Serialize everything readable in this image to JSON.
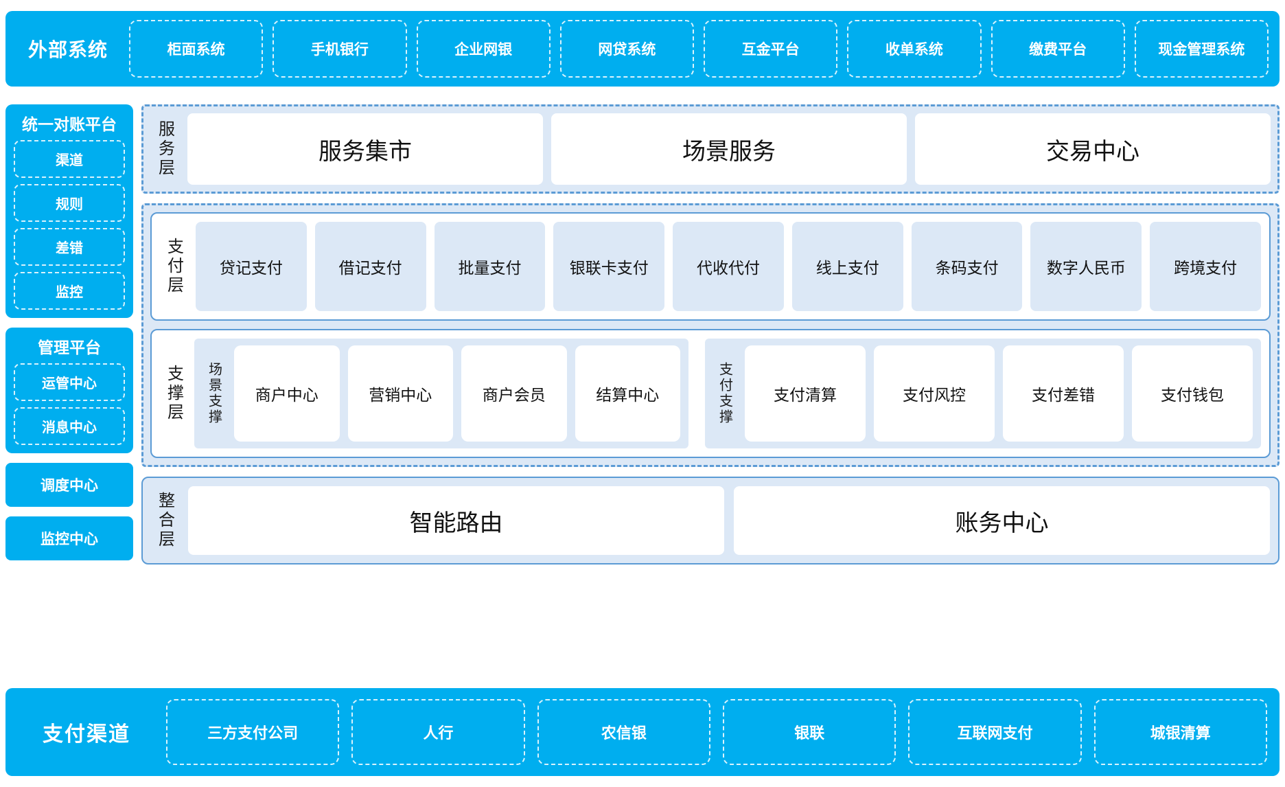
{
  "external_systems": {
    "title": "外部系统",
    "items": [
      "柜面系统",
      "手机银行",
      "企业网银",
      "网贷系统",
      "互金平台",
      "收单系统",
      "缴费平台",
      "现金管理系统"
    ]
  },
  "sidebar": {
    "reconciliation_platform": {
      "title": "统一对账平台",
      "items": [
        "渠道",
        "规则",
        "差错",
        "监控"
      ]
    },
    "management_platform": {
      "title": "管理平台",
      "items": [
        "运管中心",
        "消息中心"
      ]
    },
    "standalone": [
      "调度中心",
      "监控中心"
    ]
  },
  "service_layer": {
    "label": "服务层",
    "items": [
      "服务集市",
      "场景服务",
      "交易中心"
    ]
  },
  "payment_layer": {
    "label": "支付层",
    "items": [
      "贷记支付",
      "借记支付",
      "批量支付",
      "银联卡支付",
      "代收代付",
      "线上支付",
      "条码支付",
      "数字人民币",
      "跨境支付"
    ]
  },
  "support_layer": {
    "label": "支撑层",
    "scene_support": {
      "label": "场景支撑",
      "items": [
        "商户中心",
        "营销中心",
        "商户会员",
        "结算中心"
      ]
    },
    "payment_support": {
      "label": "支付支撑",
      "items": [
        "支付清算",
        "支付风控",
        "支付差错",
        "支付钱包"
      ]
    }
  },
  "integration_layer": {
    "label": "整合层",
    "items": [
      "智能路由",
      "账务中心"
    ]
  },
  "payment_channels": {
    "title": "支付渠道",
    "items": [
      "三方支付公司",
      "人行",
      "农信银",
      "银联",
      "互联网支付",
      "城银清算"
    ]
  },
  "colors": {
    "brand_cyan": "#00AEEF",
    "layer_blue_border": "#5B9BD5",
    "layer_fill": "#DCE8F6",
    "card_white": "#FFFFFF"
  }
}
